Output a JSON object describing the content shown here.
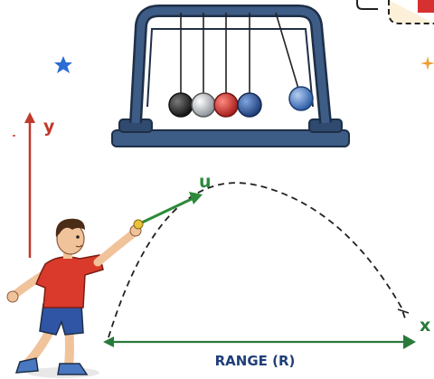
{
  "labels": {
    "velocity": "u",
    "y_axis": "y",
    "x_axis": "x",
    "range": "RANGE (R)"
  },
  "icons": {
    "star": "star-icon",
    "sparkle": "plus-sparkle-icon",
    "cradle": "newtons-cradle",
    "thrower": "boy-throwing-ball"
  },
  "colors": {
    "background": "#ffffff",
    "cradle_frame": "#3d5c86",
    "cradle_dark": "#2f4a6e",
    "ball_black": "#1f1f1f",
    "ball_silver": "#b9bec4",
    "ball_red": "#d63031",
    "ball_blue": "#2d5aa5",
    "ball_light_blue": "#4a7bc4",
    "y_axis": "#c0392b",
    "velocity_arrow": "#2d8a3a",
    "range_arrow": "#2a7a3b",
    "trajectory": "#222222",
    "star": "#2b6cd4",
    "sparkle": "#f0a030",
    "shirt": "#d93a2b",
    "shorts": "#2f55a4",
    "skin": "#f1c39a",
    "hair": "#4a2c17",
    "ball": "#e8c23a"
  }
}
